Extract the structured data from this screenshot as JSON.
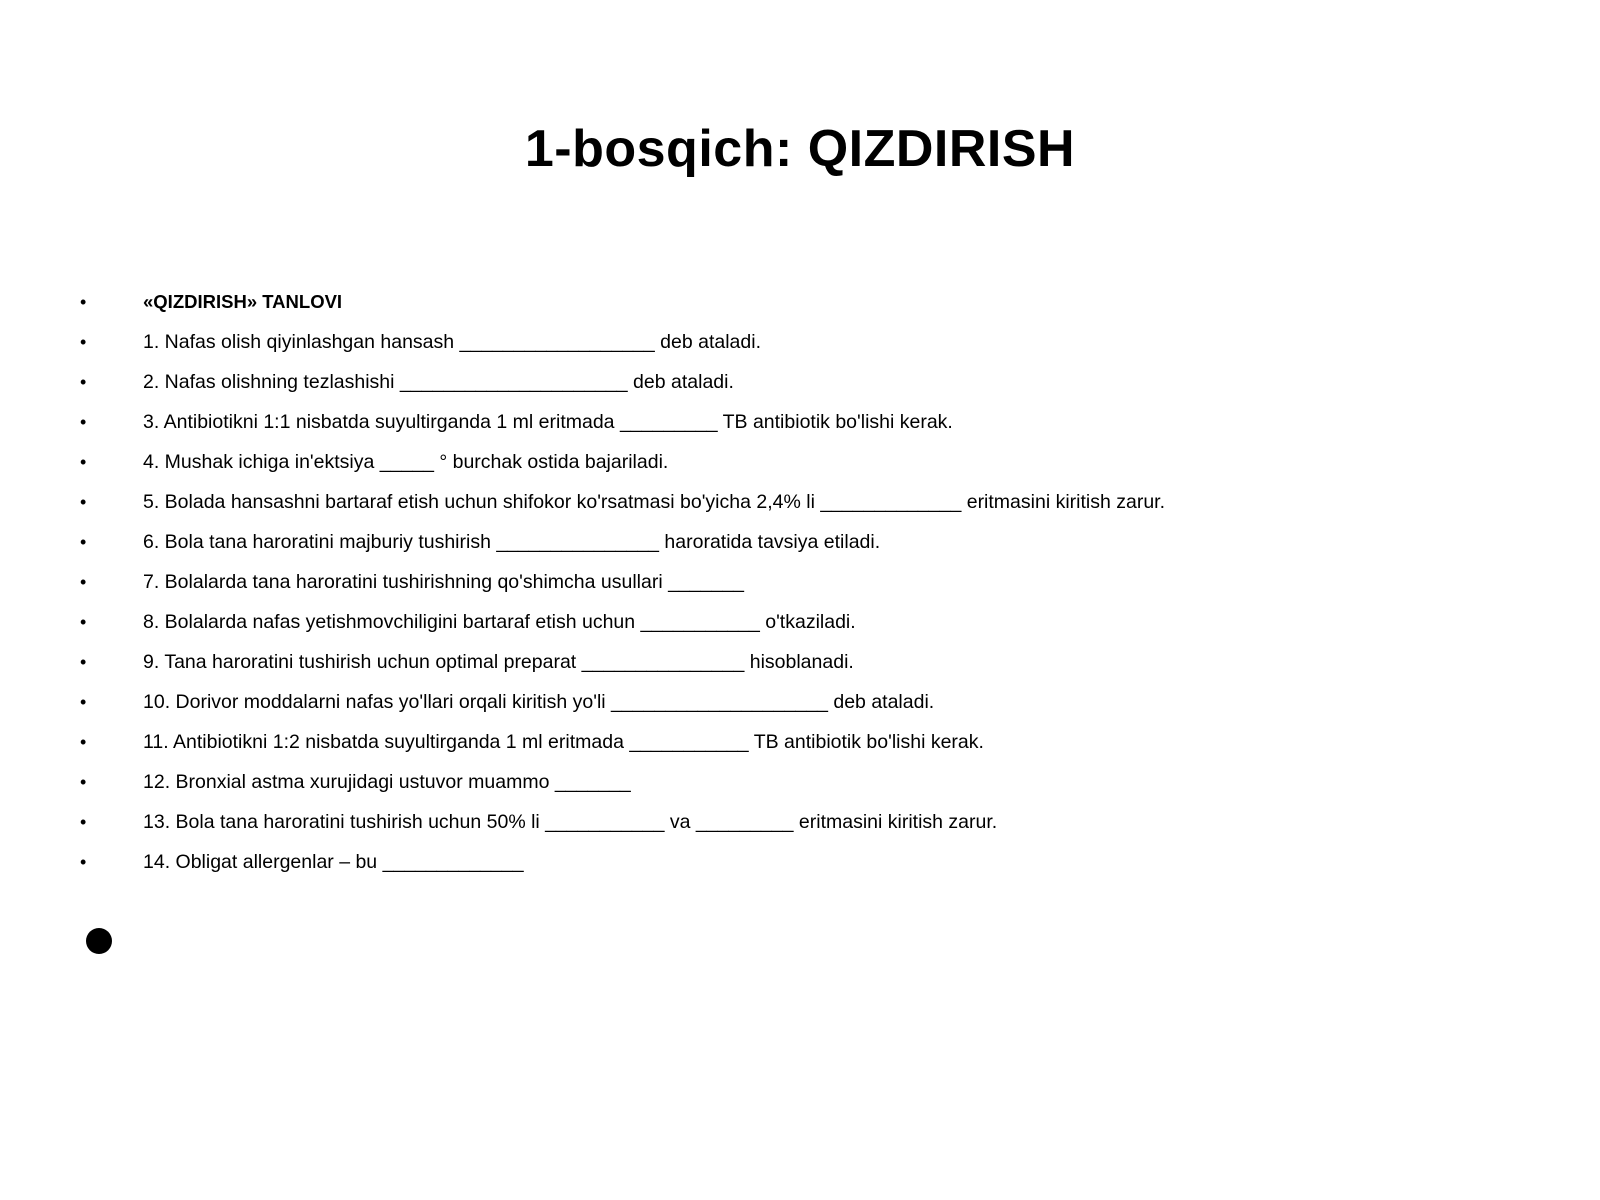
{
  "slide": {
    "title": "1-bosqich: QIZDIRISH",
    "bullet_glyph": "•",
    "items": [
      {
        "text": "«QIZDIRISH» TANLOVI",
        "header": true
      },
      {
        "text": "1. Nafas olish qiyinlashgan hansash __________________ deb ataladi.",
        "header": false
      },
      {
        "text": "2. Nafas olishning tezlashishi _____________________ deb ataladi.",
        "header": false
      },
      {
        "text": "3. Antibiotikni 1:1 nisbatda suyultirganda 1 ml eritmada _________ TB antibiotik bo'lishi kerak.",
        "header": false
      },
      {
        "text": "4. Mushak ichiga in'ektsiya _____ ° burchak ostida bajariladi.",
        "header": false
      },
      {
        "text": "5. Bolada hansashni bartaraf etish uchun shifokor ko'rsatmasi bo'yicha 2,4% li _____________ eritmasini kiritish zarur.",
        "header": false
      },
      {
        "text": "6. Bola tana haroratini majburiy tushirish _______________ haroratida tavsiya etiladi.",
        "header": false
      },
      {
        "text": "7. Bolalarda tana haroratini tushirishning qo'shimcha usullari _______",
        "header": false
      },
      {
        "text": "8. Bolalarda nafas yetishmovchiligini bartaraf etish uchun ___________ o'tkaziladi.",
        "header": false
      },
      {
        "text": "9. Tana haroratini tushirish uchun optimal preparat _______________ hisoblanadi.",
        "header": false
      },
      {
        "text": "10. Dorivor moddalarni nafas yo'llari orqali kiritish yo'li ____________________ deb ataladi.",
        "header": false
      },
      {
        "text": "11. Antibiotikni 1:2 nisbatda suyultirganda 1 ml eritmada ___________ TB antibiotik bo'lishi kerak.",
        "header": false
      },
      {
        "text": "12. Bronxial astma xurujidagi ustuvor muammo _______",
        "header": false
      },
      {
        "text": "13. Bola tana haroratini tushirish uchun 50% li ___________ va _________ eritmasini kiritish zarur.",
        "header": false
      },
      {
        "text": "14. Obligat allergenlar – bu _____________",
        "header": false
      }
    ]
  }
}
